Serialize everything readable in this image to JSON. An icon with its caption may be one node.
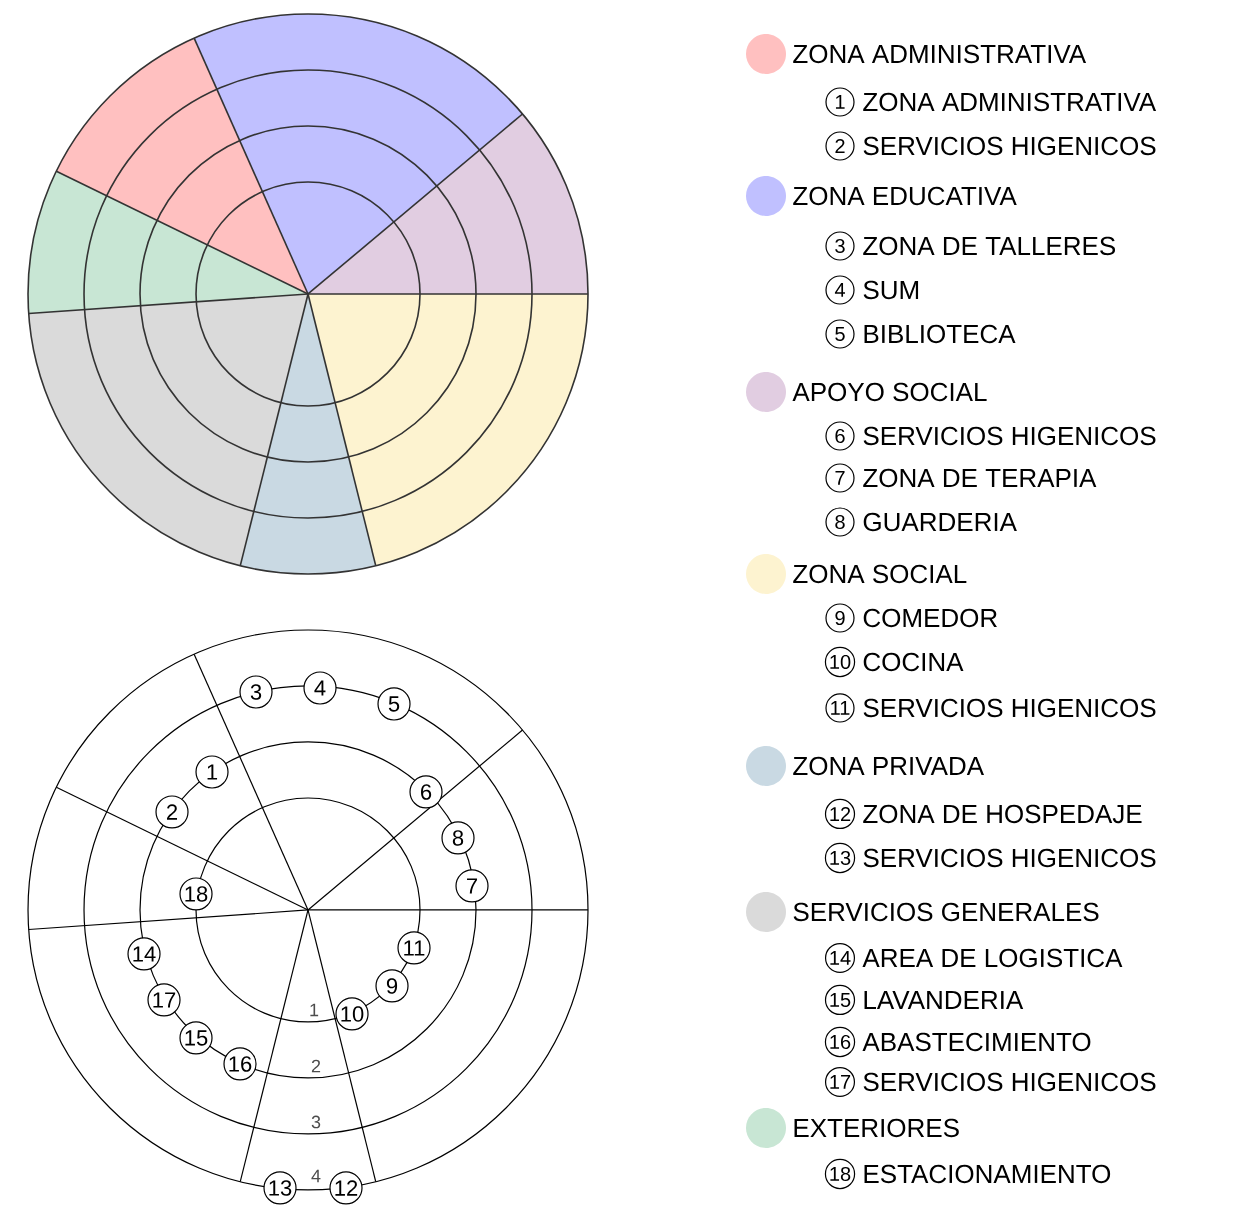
{
  "diagram": {
    "nodes": [
      {
        "text": [
          "1"
        ]
      },
      {
        "text": [
          "2"
        ]
      },
      {
        "text": [
          "3"
        ]
      },
      {
        "text": [
          "4"
        ]
      },
      {
        "text": [
          "5"
        ]
      },
      {
        "text": [
          "6"
        ]
      },
      {
        "text": [
          "7"
        ]
      },
      {
        "text": [
          "8"
        ]
      },
      {
        "text": [
          "9"
        ]
      },
      {
        "text": [
          "10"
        ]
      },
      {
        "text": [
          "11"
        ]
      },
      {
        "text": [
          "12"
        ]
      },
      {
        "text": [
          "13"
        ]
      },
      {
        "text": [
          "14"
        ]
      },
      {
        "text": [
          "15"
        ]
      },
      {
        "text": [
          "16"
        ]
      },
      {
        "text": [
          "17"
        ]
      },
      {
        "text": [
          "18"
        ]
      },
      {
        "text": [
          "1"
        ],
        "beside": [
          "ZONA ADMINISTRATIVA"
        ]
      },
      {
        "text": [
          "2"
        ],
        "beside": [
          "SERVICIOS HIGENICOS"
        ]
      },
      {
        "text": [
          "3"
        ],
        "beside": [
          "ZONA DE TALLERES"
        ]
      },
      {
        "text": [
          "4"
        ],
        "beside": [
          "SUM"
        ]
      },
      {
        "text": [
          "5"
        ],
        "beside": [
          "BIBLIOTECA"
        ]
      },
      {
        "text": [
          "6"
        ],
        "beside": [
          "SERVICIOS HIGENICOS"
        ]
      },
      {
        "text": [
          "7"
        ],
        "beside": [
          "ZONA DE TERAPIA"
        ]
      },
      {
        "text": [
          "8"
        ],
        "beside": [
          "GUARDERIA"
        ]
      },
      {
        "text": [
          "9"
        ],
        "beside": [
          "COMEDOR"
        ]
      },
      {
        "text": [
          "10"
        ],
        "beside": [
          "COCINA"
        ]
      },
      {
        "text": [
          "11"
        ],
        "beside": [
          "SERVICIOS HIGENICOS"
        ]
      },
      {
        "text": [
          "12"
        ],
        "beside": [
          "ZONA DE HOSPEDAJE"
        ]
      },
      {
        "text": [
          "13"
        ],
        "beside": [
          "SERVICIOS HIGENICOS"
        ]
      },
      {
        "text": [
          "14"
        ],
        "beside": [
          "AREA DE LOGISTICA"
        ]
      },
      {
        "text": [
          "15"
        ],
        "beside": [
          "LAVANDERIA"
        ]
      },
      {
        "text": [
          "16"
        ],
        "beside": [
          "ABASTECIMIENTO"
        ]
      },
      {
        "text": [
          "17"
        ],
        "beside": [
          "SERVICIOS HIGENICOS"
        ]
      },
      {
        "text": [
          "18"
        ],
        "beside": [
          "ESTACIONAMIENTO"
        ]
      }
    ],
    "labels": [
      "1",
      "2",
      "3",
      "4"
    ],
    "legend": [
      {
        "text": "ZONA ADMINISTRATIVA",
        "color": "#ffc0c0"
      },
      {
        "text": "ZONA EDUCATIVA",
        "color": "#c0c0ff"
      },
      {
        "text": "APOYO SOCIAL",
        "color": "#e1cde1"
      },
      {
        "text": "ZONA SOCIAL",
        "color": "#fdf3d0"
      },
      {
        "text": "ZONA PRIVADA",
        "color": "#c9d9e3"
      },
      {
        "text": "SERVICIOS GENERALES",
        "color": "#dadada"
      },
      {
        "text": "EXTERIORES",
        "color": "#c8e6d4"
      }
    ]
  }
}
